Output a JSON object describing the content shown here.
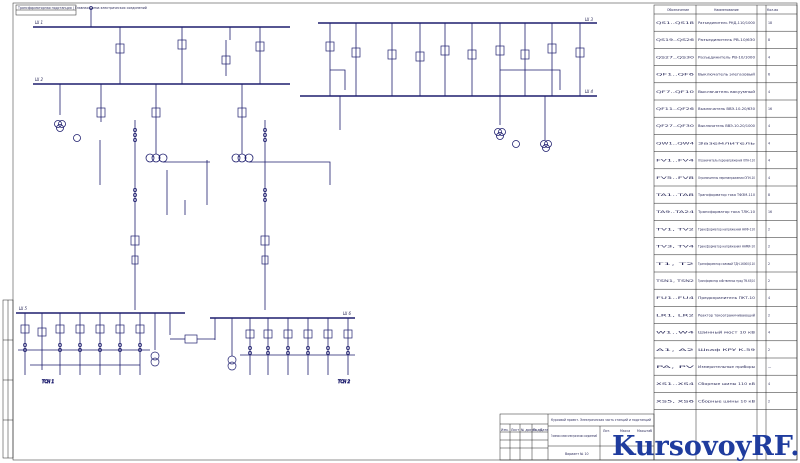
{
  "drawing": {
    "stamp_top_left": "Трансформаторная подстанция | Главная схема электрических соединений",
    "bus_labels": [
      "Ш 1",
      "Ш 2",
      "Ш 3",
      "Ш 4",
      "Ш 5",
      "Ш 6"
    ],
    "groups_left": "ТСН 1",
    "groups_right": "ТСН 2"
  },
  "specification": {
    "headers": [
      "Обозначение",
      "Наименование",
      "Кол-во"
    ],
    "rows": [
      [
        "QS1..QS18",
        "Разъединитель РНД-110/1000",
        "18"
      ],
      [
        "QS19..QS26",
        "Разъединитель РВ-10/630",
        "8"
      ],
      [
        "QS27..QS30",
        "Разъединитель РВ-10/1000",
        "4"
      ],
      [
        "QF1..QF6",
        "Выключатель элегазовый",
        "6"
      ],
      [
        "QF7..QF10",
        "Выключатель вакуумный",
        "4"
      ],
      [
        "QF11..QF26",
        "Выключатель ВВЭ-10-20/630",
        "16"
      ],
      [
        "QF27..QF30",
        "Выключатель ВВЭ-10-20/1000",
        "4"
      ],
      [
        "QW1..QW4",
        "Заземлитель",
        "4"
      ],
      [
        "FV1..FV4",
        "Ограничитель перенапряжения ОПН-110",
        "4"
      ],
      [
        "FV5..FV8",
        "Ограничитель перенапряжения ОПН-10",
        "4"
      ],
      [
        "TA1..TA8",
        "Трансформатор тока ТФЗМ-110",
        "8"
      ],
      [
        "TA9..TA24",
        "Трансформатор тока ТЛК-10",
        "16"
      ],
      [
        "TV1, TV2",
        "Трансформатор напряжения НКФ-110",
        "2"
      ],
      [
        "TV3, TV4",
        "Трансформатор напряжения НАМИ-10",
        "2"
      ],
      [
        "T1, T2",
        "Трансформатор силовой ТДН-16000/110",
        "2"
      ],
      [
        "TSN1, TSN2",
        "Трансформатор собственных нужд ТМ-63/10",
        "2"
      ],
      [
        "FU1..FU4",
        "Предохранитель ПКТ-10",
        "4"
      ],
      [
        "LR1, LR2",
        "Реактор токоограничивающий",
        "2"
      ],
      [
        "W1..W4",
        "Шинный мост 10 кВ",
        "4"
      ],
      [
        "A1, A2",
        "Шкаф КРУ К-59",
        "2"
      ],
      [
        "PA, PV",
        "Измерительные приборы",
        "—"
      ],
      [
        "XS1..XS4",
        "Сборные шины 110 кВ",
        "4"
      ],
      [
        "XS5, XS6",
        "Сборные шины 10 кВ",
        "2"
      ]
    ]
  },
  "title_block": {
    "project": "Курсовой проект. Электрическая часть станций и подстанций",
    "sheet_title": "Главная схема электрических соединений",
    "variant": "Вариант № 10",
    "labels": {
      "izm": "Изм.",
      "list": "Лист",
      "doc": "№ докум.",
      "sign": "Подп.",
      "date": "Дата",
      "lit": "Лит.",
      "mass": "Масса",
      "scale": "Масштаб"
    }
  },
  "watermark": "KursovoyRF.ru"
}
